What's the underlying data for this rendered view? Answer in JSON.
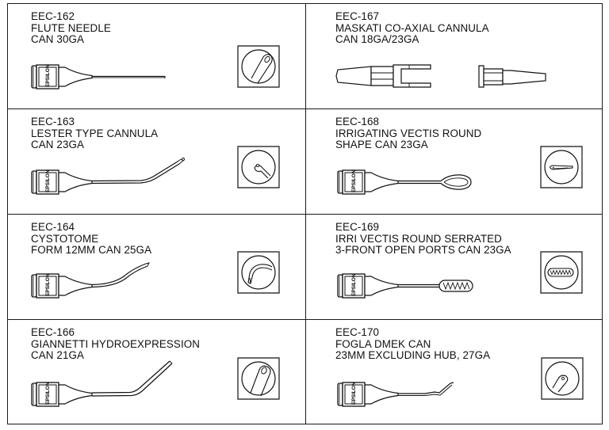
{
  "products": [
    {
      "code": "EEC-162",
      "lines": [
        "FLUTE NEEDLE",
        "CAN 30GA"
      ],
      "hub_text": "EPSILON"
    },
    {
      "code": "EEC-167",
      "lines": [
        "MASKATI CO-AXIAL CANNULA",
        "CAN 18GA/23GA"
      ]
    },
    {
      "code": "EEC-163",
      "lines": [
        "LESTER TYPE CANNULA",
        "CAN 23GA"
      ],
      "hub_text": "EPSILON"
    },
    {
      "code": "EEC-168",
      "lines": [
        "IRRIGATING VECTIS ROUND",
        "SHAPE CAN 23GA"
      ],
      "hub_text": "EPSILON"
    },
    {
      "code": "EEC-164",
      "lines": [
        "CYSTOTOME",
        "FORM 12MM CAN 25GA"
      ],
      "hub_text": "EPSILON"
    },
    {
      "code": "EEC-169",
      "lines": [
        "IRRI VECTIS ROUND SERRATED",
        "3-FRONT OPEN PORTS CAN 23GA"
      ],
      "hub_text": "EPSILON"
    },
    {
      "code": "EEC-166",
      "lines": [
        "GIANNETTI HYDROEXPRESSION",
        "CAN 21GA"
      ],
      "hub_text": "EPSILON"
    },
    {
      "code": "EEC-170",
      "lines": [
        "FOGLA DMEK CAN",
        "23MM EXCLUDING HUB, 27GA"
      ],
      "hub_text": "EPSILON"
    }
  ]
}
